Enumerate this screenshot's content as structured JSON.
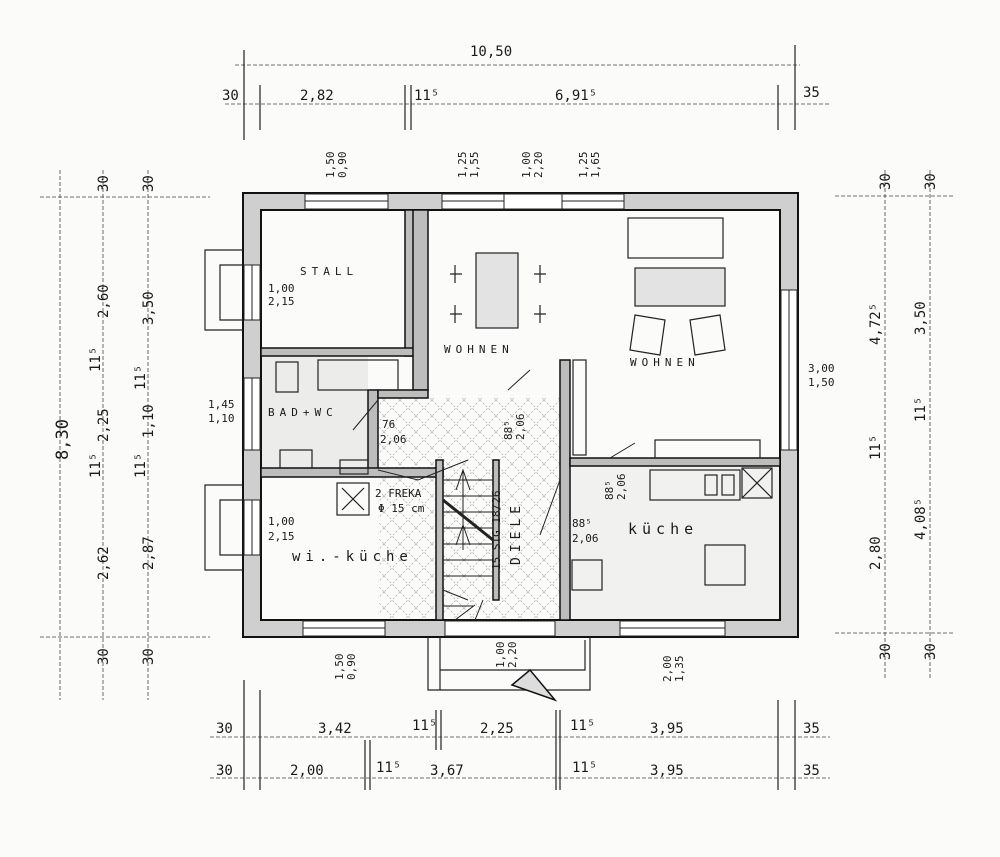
{
  "title": "Floor plan - ground floor",
  "rooms": {
    "stall": "STALL",
    "wohnen_dining": "WOHNEN",
    "wohnen_living": "WOHNEN",
    "bad_wc": "BAD+WC",
    "wi_kueche": "wi.-küche",
    "diele": "DIELE",
    "kueche": "küche"
  },
  "annotations": {
    "stall_window": [
      "1,00",
      "2,15"
    ],
    "wikueche_window": [
      "1,00",
      "2,15"
    ],
    "bad_door": [
      "76",
      "2,06"
    ],
    "diele_door": [
      "88⁵",
      "2,06"
    ],
    "kueche_door_top": [
      "88⁵",
      "2,06"
    ],
    "kueche_door_side": [
      "88⁵",
      "2,06"
    ],
    "chimney": [
      "2 FREKA",
      "Φ 15 cm"
    ],
    "stairs": "15 STG 18/26",
    "left_window": [
      "1,45",
      "1,10"
    ],
    "right_window": [
      "3,00",
      "1,50"
    ]
  },
  "top_dims": {
    "total": "10,50",
    "row": [
      "30",
      "2,82",
      "11⁵",
      "6,91⁵",
      "35"
    ],
    "openings": [
      [
        "1,50",
        "0,90"
      ],
      [
        "1,25",
        "1,55"
      ],
      [
        "1,00",
        "2,20"
      ],
      [
        "1,25",
        "1,65"
      ]
    ]
  },
  "left_dims": {
    "total": "8,30",
    "col1": [
      "30",
      "2,60",
      "11⁵",
      "2,25",
      "11⁵",
      "2,62",
      "30"
    ],
    "col2": [
      "30",
      "3,50",
      "11⁵",
      "1,10",
      "11⁵",
      "2,87",
      "30"
    ]
  },
  "right_dims": {
    "col1": [
      "30",
      "4,72⁵",
      "11⁵",
      "2,80",
      "30"
    ],
    "col2": [
      "30",
      "3,50",
      "11⁵",
      "4,08⁵",
      "30"
    ]
  },
  "bottom_dims": {
    "openings": [
      [
        "1,50",
        "0,90"
      ],
      [
        "1,00",
        "2,20"
      ],
      [
        "2,00",
        "1,35"
      ]
    ],
    "row1": [
      "30",
      "3,42",
      "11⁵",
      "2,25",
      "11⁵",
      "3,95",
      "35"
    ],
    "row2": [
      "30",
      "2,00",
      "11⁵",
      "3,67",
      "11⁵",
      "3,95",
      "35"
    ]
  }
}
